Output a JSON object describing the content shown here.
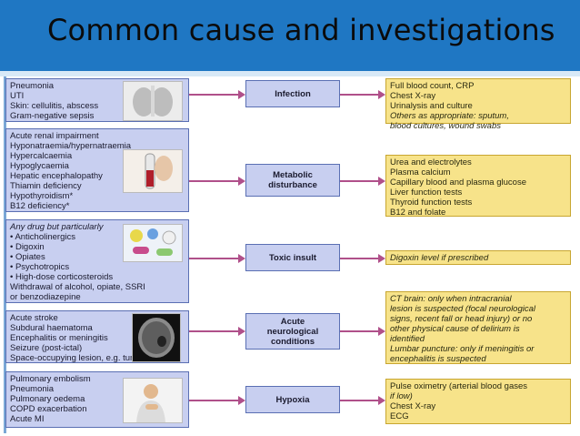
{
  "title": "Common cause and investigations",
  "rows": [
    {
      "category": "Infection",
      "causes": [
        "Pneumonia",
        "UTI",
        "Skin: cellulitis, abscess",
        "Gram-negative sepsis"
      ],
      "image": "chest-xray-image",
      "investigations": [
        {
          "text": "Full blood count, CRP",
          "italic": false
        },
        {
          "text": "Chest X-ray",
          "italic": false
        },
        {
          "text": "Urinalysis and culture",
          "italic": false
        },
        {
          "text": "Others as appropriate: sputum,",
          "italic": true
        },
        {
          "text": "blood cultures, wound swabs",
          "italic": true
        }
      ]
    },
    {
      "category": "Metabolic disturbance",
      "causes": [
        "Acute renal impairment",
        "Hyponatraemia/hypernatraemia",
        "Hypercalcaemia",
        "Hypoglycaemia",
        "Hepatic encephalopathy",
        "Thiamin deficiency",
        "Hypothyroidism*",
        "B12 deficiency*"
      ],
      "image": "blood-tube-image",
      "investigations": [
        {
          "text": "Urea and electrolytes",
          "italic": false
        },
        {
          "text": "Plasma calcium",
          "italic": false
        },
        {
          "text": "Capillary blood and plasma glucose",
          "italic": false
        },
        {
          "text": "Liver function tests",
          "italic": false
        },
        {
          "text": "Thyroid function tests",
          "italic": false
        },
        {
          "text": "B12 and folate",
          "italic": false
        }
      ]
    },
    {
      "category": "Toxic insult",
      "causes": [
        "Any drug but particularly",
        "• Anticholinergics",
        "• Digoxin",
        "• Opiates",
        "• Psychotropics",
        "• High-dose corticosteroids",
        "Withdrawal of alcohol, opiate, SSRI",
        "or benzodiazepine"
      ],
      "image": "pills-image",
      "investigations": [
        {
          "text": "Digoxin level if prescribed",
          "italic": true
        }
      ]
    },
    {
      "category": "Acute neurological conditions",
      "causes": [
        "Acute stroke",
        "Subdural haematoma",
        "Encephalitis or meningitis",
        "Seizure (post-ictal)",
        "Space-occupying lesion, e.g. tumour"
      ],
      "image": "brain-ct-image",
      "investigations": [
        {
          "text": "CT brain: only when intracranial",
          "italic": true
        },
        {
          "text": "lesion is suspected (focal neurological",
          "italic": true
        },
        {
          "text": "signs, recent fall or head injury) or no",
          "italic": true
        },
        {
          "text": "other physical cause of delirium is",
          "italic": true
        },
        {
          "text": "identified",
          "italic": true
        },
        {
          "text": "Lumbar puncture: only if meningitis or",
          "italic": true
        },
        {
          "text": "encephalitis is suspected",
          "italic": true
        }
      ]
    },
    {
      "category": "Hypoxia",
      "causes": [
        "Pulmonary embolism",
        "Pneumonia",
        "Pulmonary oedema",
        "COPD exacerbation",
        "Acute MI"
      ],
      "image": "patient-chest-pain-image",
      "investigations": [
        {
          "text": "Pulse oximetry (arterial blood gases",
          "italic": false
        },
        {
          "text": "if low)",
          "italic": false
        },
        {
          "text": "Chest X-ray",
          "italic": false
        },
        {
          "text": "ECG",
          "italic": false
        }
      ]
    }
  ]
}
